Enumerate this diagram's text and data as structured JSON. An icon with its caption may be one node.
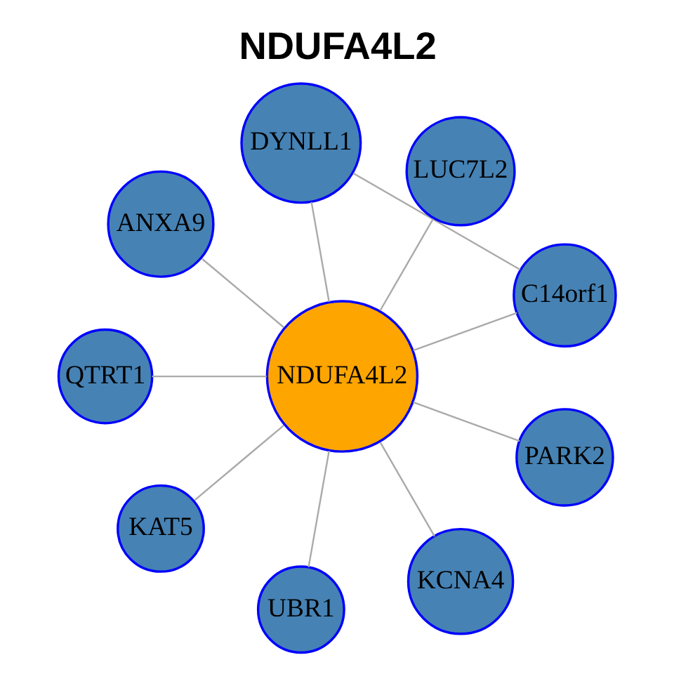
{
  "diagram": {
    "title": "NDUFA4L2",
    "nodes": [
      {
        "text": [
          "C14orf1"
        ]
      },
      {
        "text": [
          "LUC7L2"
        ]
      },
      {
        "text": [
          "DYNLL1"
        ]
      },
      {
        "text": [
          "ANXA9"
        ]
      },
      {
        "text": [
          "NDUFA4L2"
        ]
      },
      {
        "text": [
          "QTRT1"
        ]
      },
      {
        "text": [
          "KAT5"
        ]
      },
      {
        "text": [
          "UBR1"
        ]
      },
      {
        "text": [
          "KCNA4"
        ]
      },
      {
        "text": [
          "PARK2"
        ]
      }
    ],
    "edges": [
      {
        "from": 0,
        "to": 2,
        "arrow": "none"
      },
      {
        "from": 4,
        "to": 0,
        "arrow": "none"
      },
      {
        "from": 4,
        "to": 1,
        "arrow": "none"
      },
      {
        "from": 4,
        "to": 2,
        "arrow": "none"
      },
      {
        "from": 4,
        "to": 3,
        "arrow": "none"
      },
      {
        "from": 4,
        "to": 5,
        "arrow": "none"
      },
      {
        "from": 4,
        "to": 6,
        "arrow": "none"
      },
      {
        "from": 4,
        "to": 7,
        "arrow": "none"
      },
      {
        "from": 4,
        "to": 8,
        "arrow": "none"
      },
      {
        "from": 4,
        "to": 9,
        "arrow": "none"
      }
    ]
  }
}
